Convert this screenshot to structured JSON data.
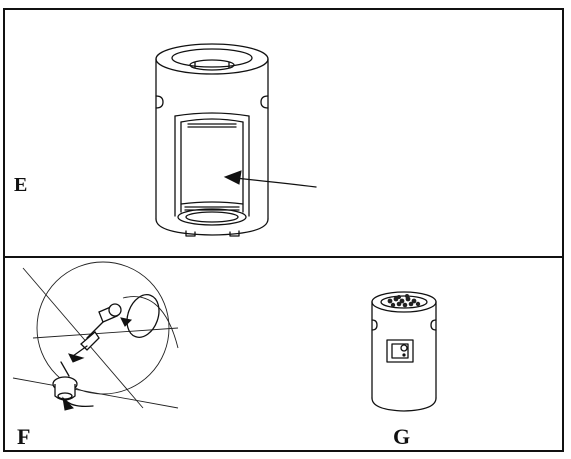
{
  "figure": {
    "panels": [
      {
        "id": "E",
        "label": "E"
      },
      {
        "id": "F",
        "label": "F"
      },
      {
        "id": "G",
        "label": "G"
      }
    ]
  },
  "illustrations": {
    "E": "heater-base-cylinder-icon",
    "F": "hose-connector-detail-icon",
    "G": "assembled-heater-with-lava-rocks-icon"
  }
}
